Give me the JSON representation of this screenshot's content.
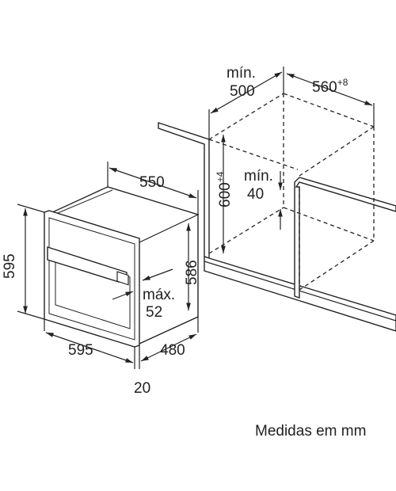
{
  "dimensions": {
    "oven_width": "550",
    "oven_height": "595",
    "front_height": "586",
    "front_width": "595",
    "depth": "480",
    "frame_offset": "20",
    "handle_label": "máx.",
    "handle_value": "52",
    "niche_depth_label": "mín.",
    "niche_depth_value": "500",
    "niche_width_base": "560",
    "niche_width_sup": "+8",
    "niche_height_base": "600",
    "niche_height_sup": "+4",
    "floor_gap_label": "mín.",
    "floor_gap_value": "40"
  },
  "footer": "Medidas em mm"
}
